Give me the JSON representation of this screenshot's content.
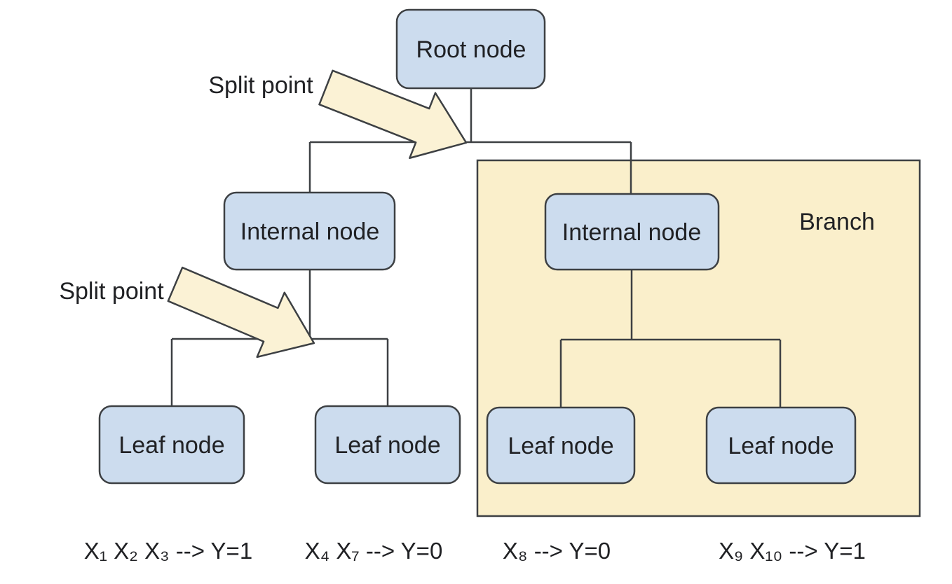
{
  "colors": {
    "background": "#ffffff",
    "node_fill": "#ccdcee",
    "node_border": "#3d4043",
    "branch_fill": "#faefcb",
    "arrow_fill": "#fbf2d5",
    "connector_line": "#3d4043",
    "text": "#202124"
  },
  "nodes": {
    "root": {
      "label": "Root node"
    },
    "internal_left": {
      "label": "Internal node"
    },
    "internal_right": {
      "label": "Internal node"
    },
    "leaf_far_left": {
      "label": "Leaf node"
    },
    "leaf_mid_left": {
      "label": "Leaf node"
    },
    "leaf_mid_right": {
      "label": "Leaf node"
    },
    "leaf_far_right": {
      "label": "Leaf node"
    }
  },
  "annotations": {
    "split_point_top": "Split point",
    "split_point_lower": "Split point",
    "branch": "Branch"
  },
  "outcomes": [
    "X₁ X₂ X₃ --> Y=1",
    "X₄ X₇ --> Y=0",
    "X₈ --> Y=0",
    "X₉ X₁₀ --> Y=1"
  ]
}
